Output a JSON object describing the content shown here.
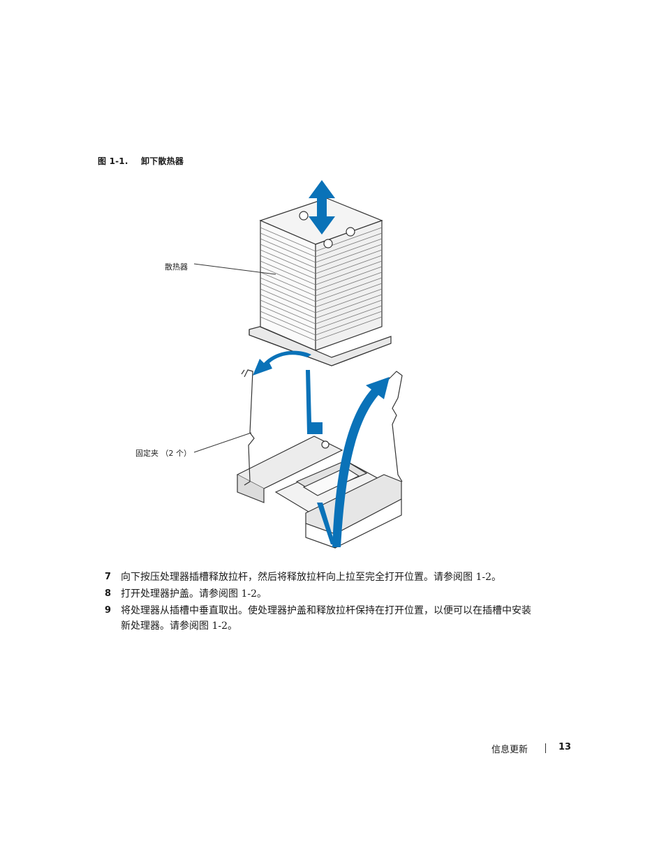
{
  "figure": {
    "number": "图 1-1.",
    "title": "卸下散热器",
    "callouts": {
      "heatsink": "散热器",
      "clips": "固定夹 （2 个）"
    }
  },
  "steps": [
    {
      "num": "7",
      "text": "向下按压处理器插槽释放拉杆，然后将释放拉杆向上拉至完全打开位置。请参阅图  1-2。"
    },
    {
      "num": "8",
      "text": "打开处理器护盖。请参阅图  1-2。"
    },
    {
      "num": "9",
      "text": "将处理器从插槽中垂直取出。使处理器护盖和释放拉杆保持在打开位置，以便可以在插槽中安装新处理器。请参阅图  1-2。"
    }
  ],
  "footer": {
    "section": "信息更新",
    "page": "13"
  },
  "colors": {
    "arrow": "#0a72b8",
    "line": "#333333"
  }
}
